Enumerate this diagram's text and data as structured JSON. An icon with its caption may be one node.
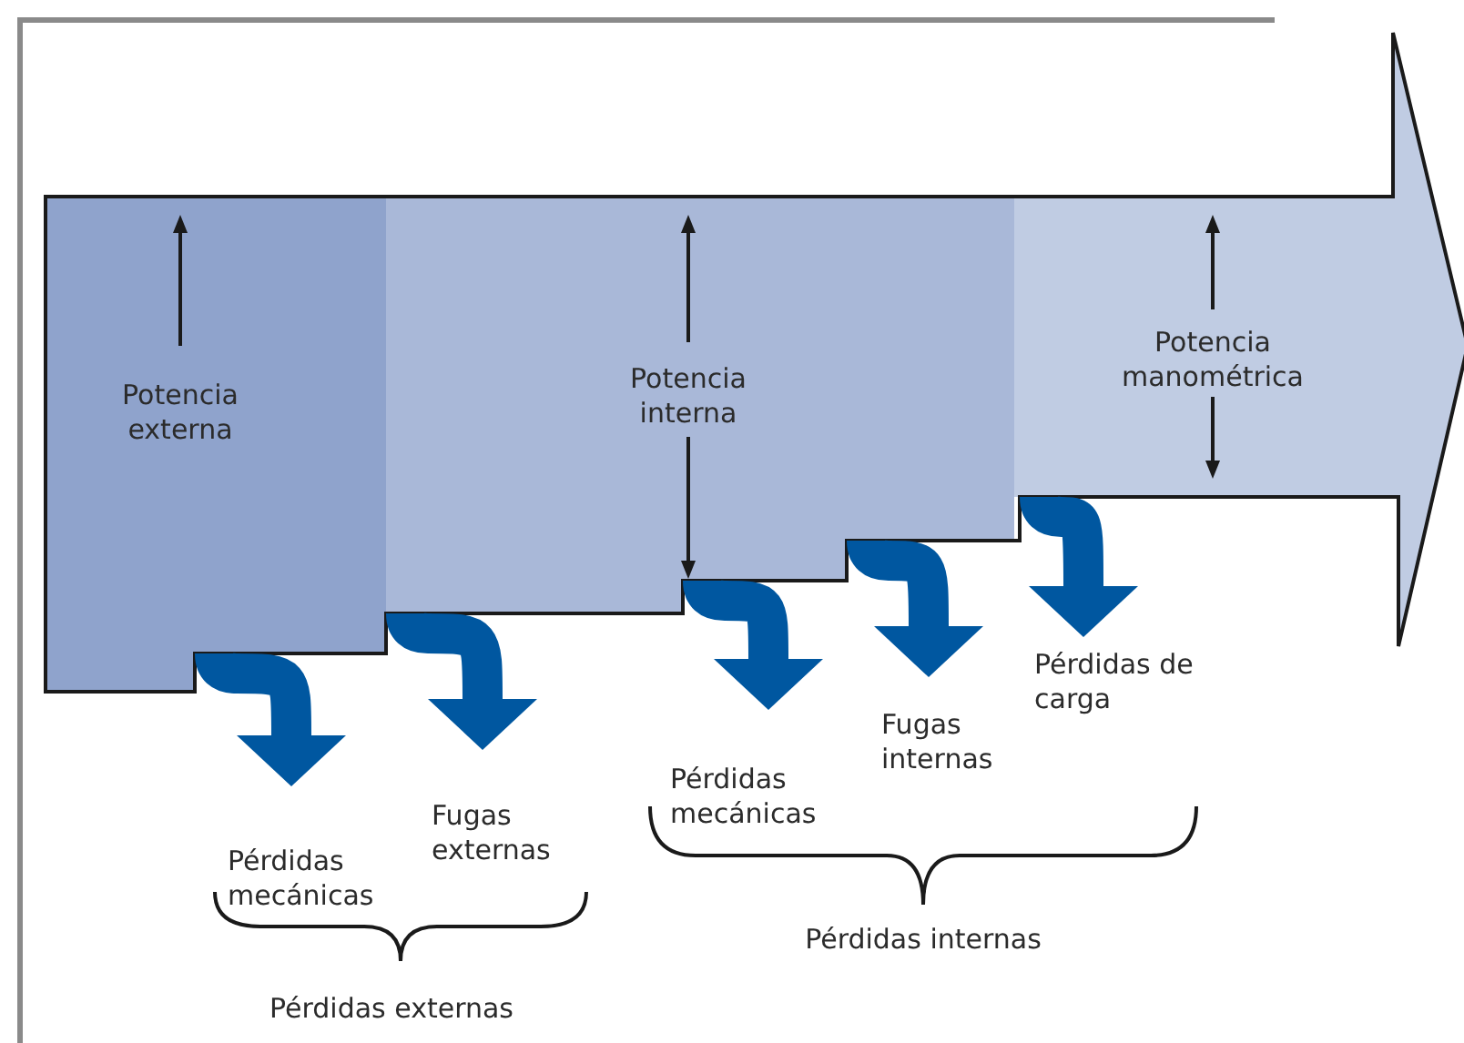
{
  "diagram": {
    "nodes": [
      {
        "text": [
          "Potencia externa"
        ]
      },
      {
        "text": [
          "Potencia interna"
        ]
      },
      {
        "text": [
          "Potencia manométrica"
        ]
      },
      {
        "text": [
          "Pérdidas mecánicas"
        ]
      },
      {
        "text": [
          "Fugas externas"
        ]
      },
      {
        "text": [
          "Pérdidas mecánicas"
        ]
      },
      {
        "text": [
          "Fugas internas"
        ]
      },
      {
        "text": [
          "Pérdidas de carga"
        ]
      }
    ],
    "edges": [
      {
        "from": 0,
        "to": 3,
        "arrow": "to"
      },
      {
        "from": 1,
        "to": 4,
        "arrow": "to"
      },
      {
        "from": 1,
        "to": 5,
        "arrow": "to"
      },
      {
        "from": 1,
        "to": 6,
        "arrow": "to"
      },
      {
        "from": 2,
        "to": 7,
        "arrow": "to"
      }
    ],
    "labels": [
      "Pérdidas internas",
      "Pérdidas externas"
    ]
  }
}
